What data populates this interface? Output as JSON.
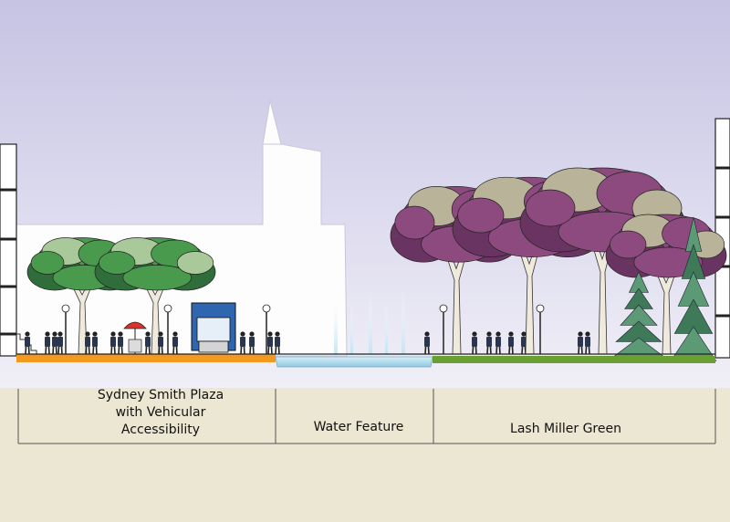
{
  "sections": [
    {
      "id": "plaza",
      "lines": [
        "Sydney Smith Plaza",
        "with Vehicular",
        "Accessibility"
      ],
      "ground_color": "#f39a1e"
    },
    {
      "id": "water",
      "lines": [
        "Water Feature"
      ],
      "ground_color": "#9fd3ea"
    },
    {
      "id": "green",
      "lines": [
        "Lash Miller Green"
      ],
      "ground_color": "#6aa032"
    }
  ],
  "colors": {
    "sky_top": "#c9c6e4",
    "sky_bottom": "#eeedf7",
    "building": "#fdfdfd",
    "annotation_band": "#ece7d2",
    "tree_green": "#3e8a47",
    "tree_purple": "#8c4a7e",
    "trunk": "#f0eadc",
    "kiosk": "#2f66b0",
    "conifer": "#4b8a62",
    "umbrella": "#d8332c"
  }
}
